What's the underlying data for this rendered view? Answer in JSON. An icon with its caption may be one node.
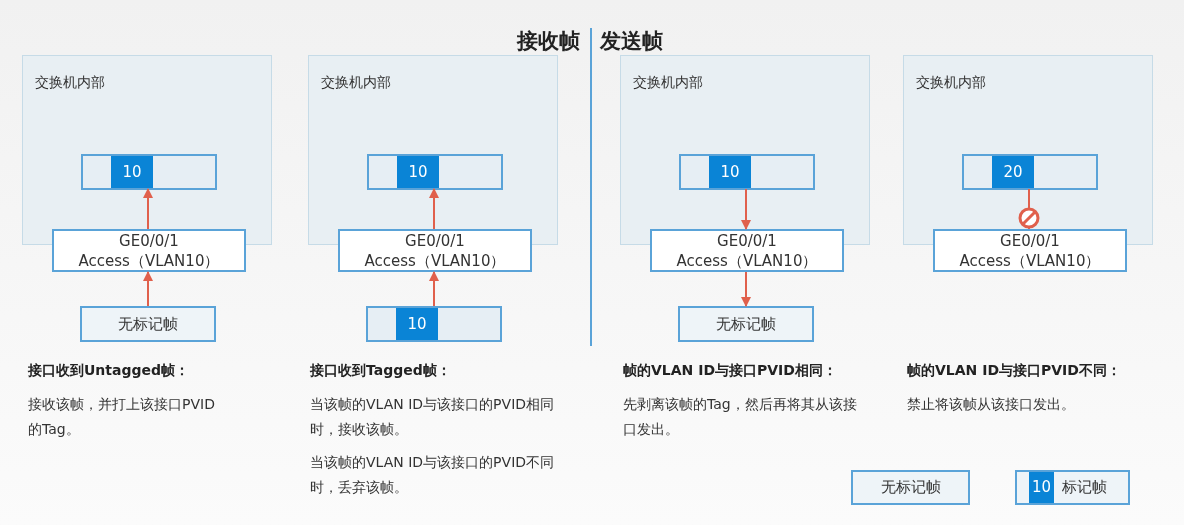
{
  "diagram": {
    "nodes": [
      {
        "text": [
          "交换机内部"
        ]
      },
      {
        "text": [
          "10"
        ],
        "in": 0
      },
      {
        "text": [
          "GE0/0/1",
          "Access（VLAN10）"
        ]
      },
      {
        "text": [
          "无标记帧"
        ]
      },
      {
        "text": [
          "交换机内部"
        ]
      },
      {
        "text": [
          "10"
        ],
        "in": 4
      },
      {
        "text": [
          "GE0/0/1",
          "Access（VLAN10）"
        ]
      },
      {
        "text": [
          "10"
        ]
      },
      {
        "text": [
          "交换机内部"
        ]
      },
      {
        "text": [
          "10"
        ],
        "in": 8
      },
      {
        "text": [
          "GE0/0/1",
          "Access（VLAN10）"
        ]
      },
      {
        "text": [
          "无标记帧"
        ]
      },
      {
        "text": [
          "交换机内部"
        ]
      },
      {
        "text": [
          "20"
        ],
        "in": 12
      },
      {
        "text": [
          "GE0/0/1",
          "Access（VLAN10）"
        ]
      },
      {
        "text": [
          "无标记帧"
        ]
      },
      {
        "text": [
          "10",
          "标记帧"
        ]
      }
    ],
    "edges": [
      {
        "from": 3,
        "to": 2,
        "arrow": "to"
      },
      {
        "from": 2,
        "to": 1,
        "arrow": "to"
      },
      {
        "from": 7,
        "to": 6,
        "arrow": "to"
      },
      {
        "from": 6,
        "to": 5,
        "arrow": "to"
      },
      {
        "from": 9,
        "to": 10,
        "arrow": "to"
      },
      {
        "from": 10,
        "to": 11,
        "arrow": "to"
      },
      {
        "from": 13,
        "to": 14,
        "arrow": "other"
      }
    ],
    "labels": [
      "接收帧",
      "发送帧",
      "接口收到Untagged帧：",
      "接收该帧，并打上该接口PVID的Tag。",
      "接口收到Tagged帧：",
      "当该帧的VLAN ID与该接口的PVID相同时，接收该帧。",
      "当该帧的VLAN ID与该接口的PVID不同时，丢弃该帧。",
      "帧的VLAN ID与接口PVID相同：",
      "先剥离该帧的Tag，然后再将其从该接口发出。",
      "帧的VLAN ID与接口PVID不同：",
      "禁止将该帧从该接口发出。"
    ]
  }
}
